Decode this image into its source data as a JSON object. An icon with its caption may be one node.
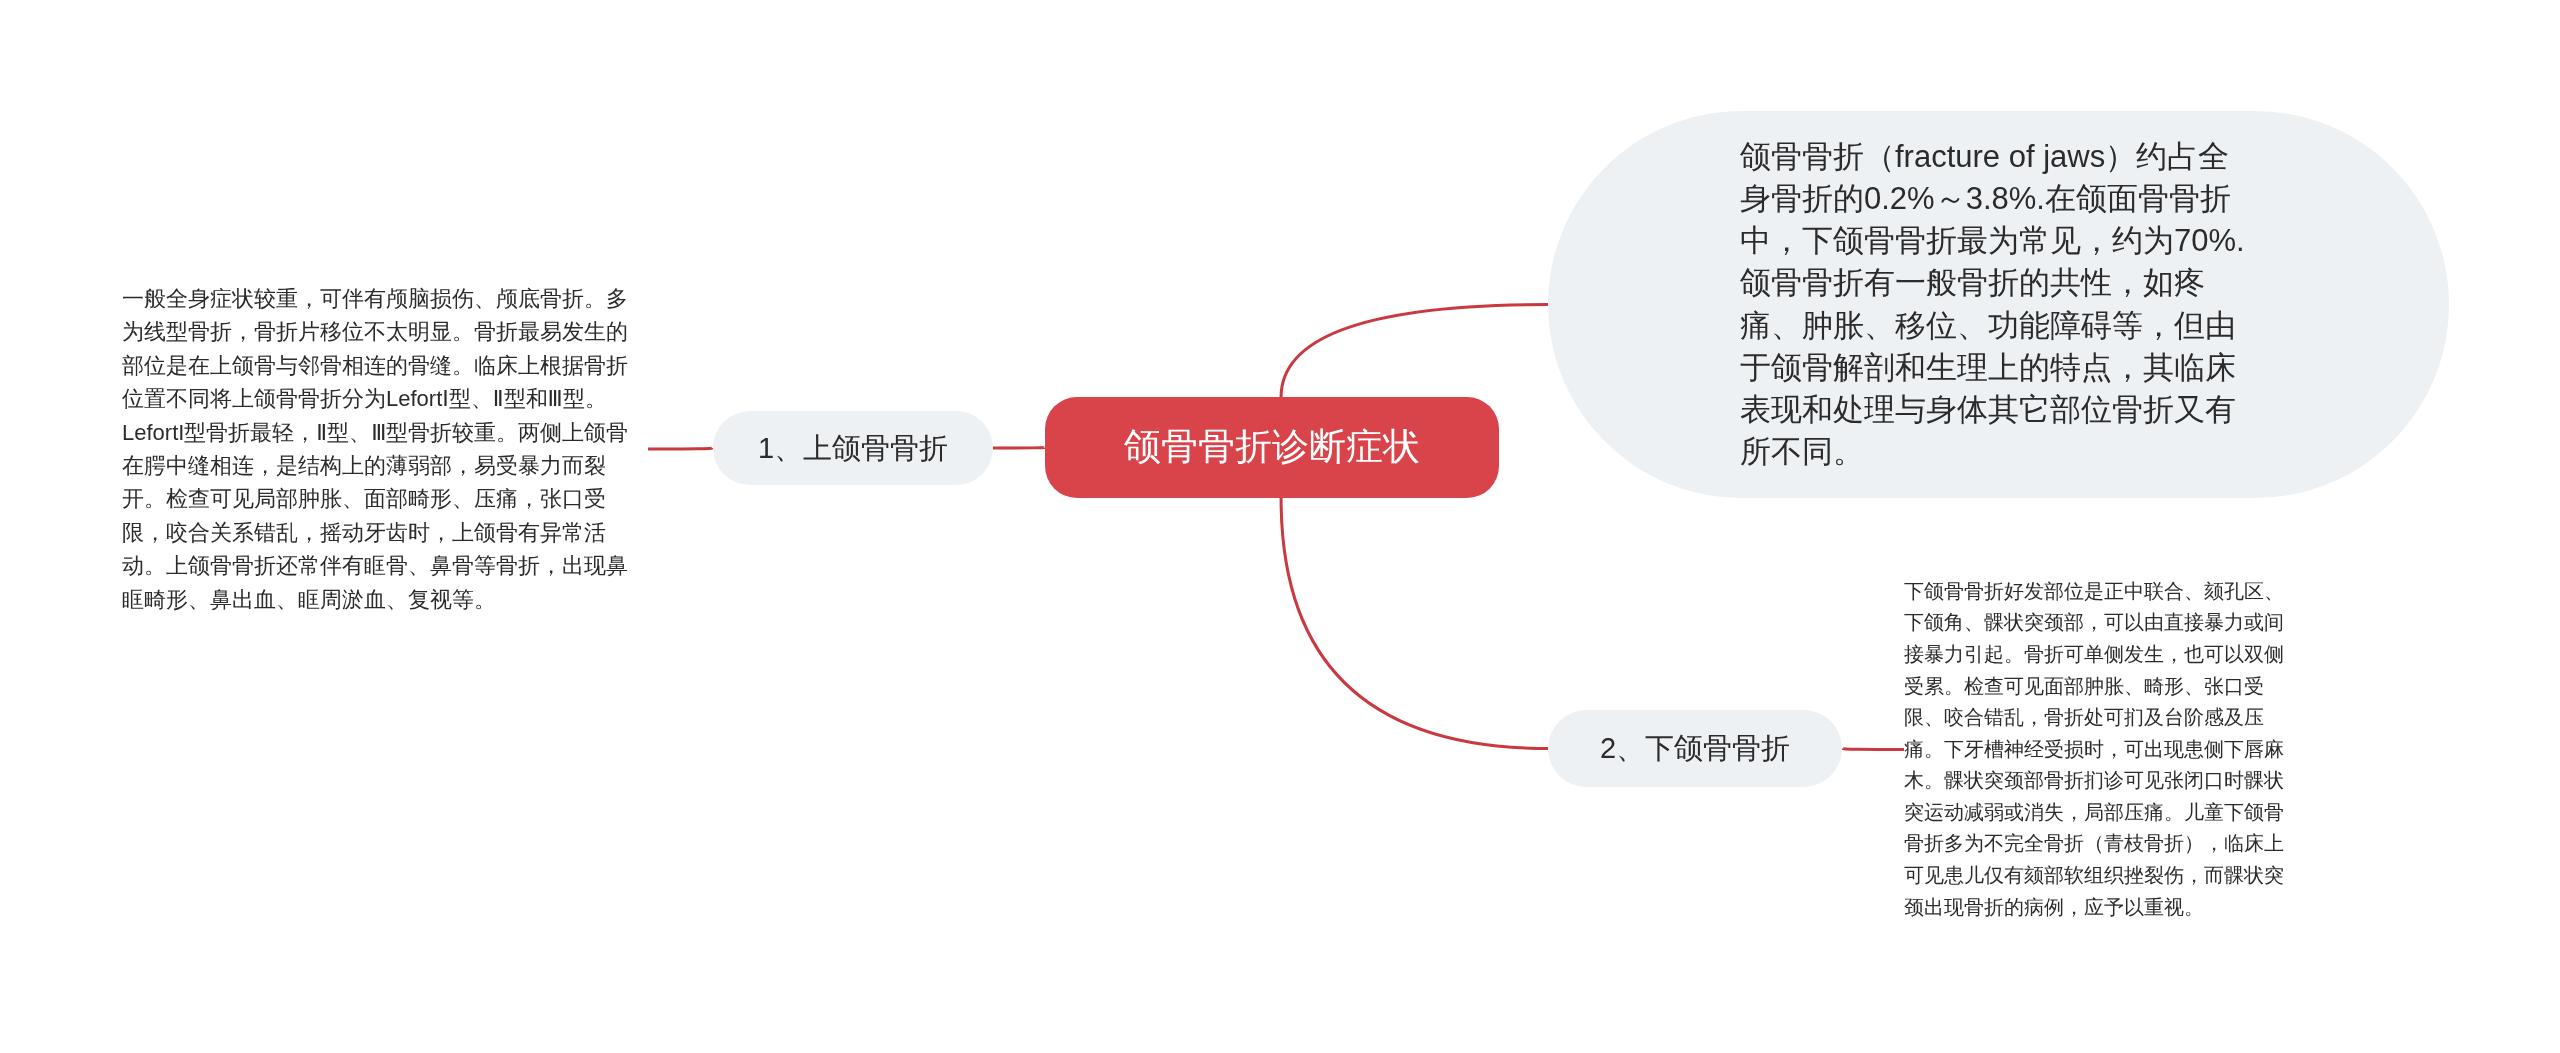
{
  "diagram": {
    "nodes": [
      {
        "text": [
          "颌骨骨折诊断症状"
        ]
      },
      {
        "text": [
          "颌骨骨折（fracture of jaws）约占全身骨折的0.2%～3.8%.在颌面骨骨折中，下颌骨骨折最为常见，约为70%.颌骨骨折有一般骨折的共性，如疼痛、肿胀、移位、功能障碍等，但由于颌骨解剖和生理上的特点，其临床表现和处理与身体其它部位骨折又有所不同。"
        ]
      },
      {
        "text": [
          "1、上颌骨骨折"
        ]
      },
      {
        "text": [
          "一般全身症状较重，可伴有颅脑损伤、颅底骨折。多为线型骨折，骨折片移位不太明显。骨折最易发生的部位是在上颌骨与邻骨相连的骨缝。临床上根据骨折位置不同将上颌骨骨折分为LefortⅠ型、Ⅱ型和Ⅲ型。LefortI型骨折最轻，Ⅱ型、Ⅲ型骨折较重。两侧上颌骨在腭中缝相连，是结构上的薄弱部，易受暴力而裂开。检查可见局部肿胀、面部畸形、压痛，张口受限，咬合关系错乱，摇动牙齿时，上颌骨有异常活动。上颌骨骨折还常伴有眶骨、鼻骨等骨折，出现鼻眶畸形、鼻出血、眶周淤血、复视等。"
        ]
      },
      {
        "text": [
          "2、下颌骨骨折"
        ]
      },
      {
        "text": [
          "下颌骨骨折好发部位是正中联合、颏孔区、下颌角、髁状突颈部，可以由直接暴力或间接暴力引起。骨折可单侧发生，也可以双侧受累。检查可见面部肿胀、畸形、张口受限、咬合错乱，骨折处可扪及台阶感及压痛。下牙槽神经受损时，可出现患侧下唇麻木。髁状突颈部骨折扪诊可见张闭口时髁状突运动减弱或消失，局部压痛。儿童下颌骨骨折多为不完全骨折（青枝骨折），临床上可见患儿仅有颏部软组织挫裂伤，而髁状突颈出现骨折的病例，应予以重视。"
        ]
      }
    ],
    "edges": [
      {
        "from": 0,
        "to": 1,
        "arrow": "none"
      },
      {
        "from": 0,
        "to": 2,
        "arrow": "none"
      },
      {
        "from": 2,
        "to": 3,
        "arrow": "none"
      },
      {
        "from": 0,
        "to": 4,
        "arrow": "none"
      },
      {
        "from": 4,
        "to": 5,
        "arrow": "none"
      }
    ]
  }
}
